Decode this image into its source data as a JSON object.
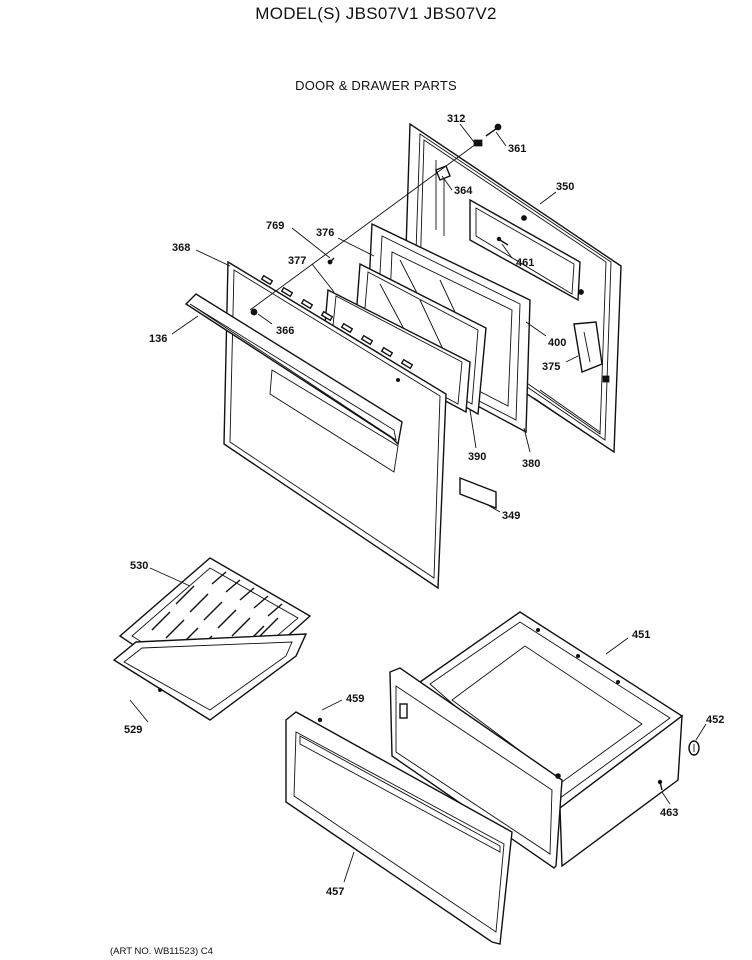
{
  "header": {
    "title": "MODEL(S) JBS07V1  JBS07V2",
    "subtitle": "DOOR & DRAWER PARTS"
  },
  "footer": {
    "art_number": "(ART NO. WB11523) C4"
  },
  "callouts": {
    "p312": "312",
    "p361": "361",
    "p350": "350",
    "p364": "364",
    "p769": "769",
    "p376": "376",
    "p368": "368",
    "p377": "377",
    "p461": "461",
    "p136": "136",
    "p366": "366",
    "p400": "400",
    "p375": "375",
    "p390": "390",
    "p380": "380",
    "p349": "349",
    "p530": "530",
    "p451": "451",
    "p459": "459",
    "p529": "529",
    "p452": "452",
    "p463": "463",
    "p457": "457"
  }
}
